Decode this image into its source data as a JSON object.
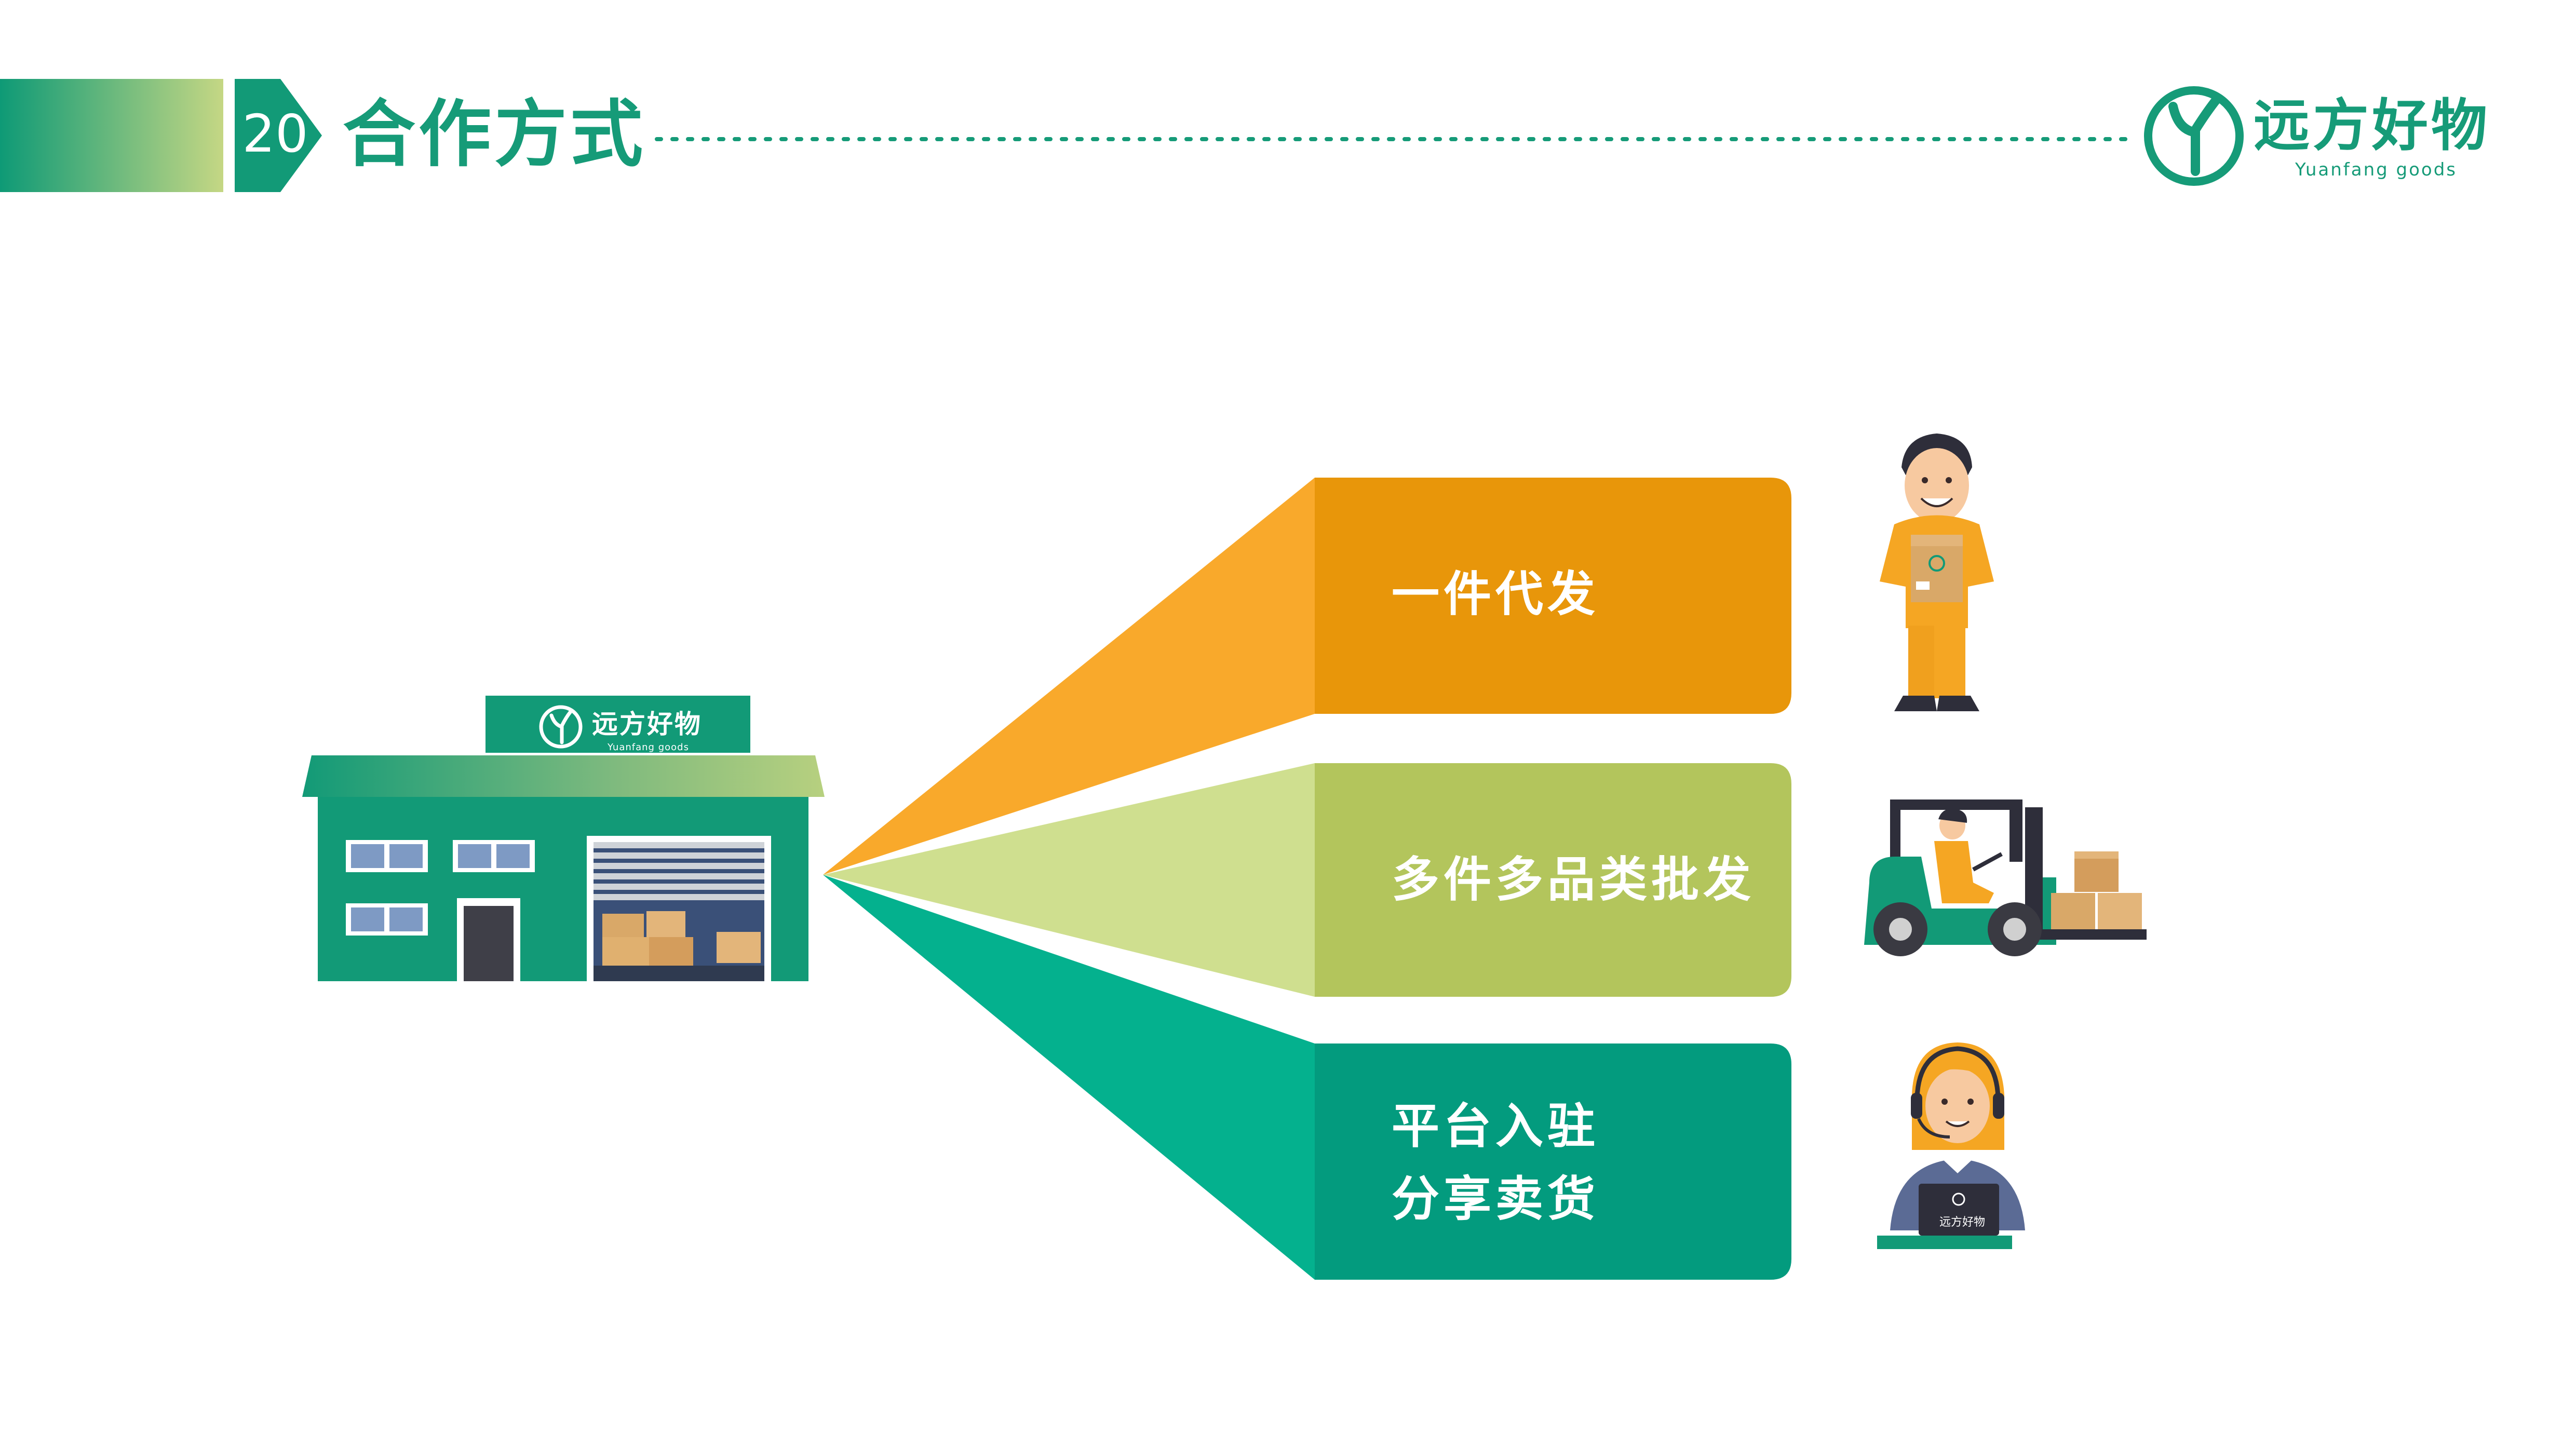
{
  "header": {
    "page_number": "20",
    "title": "合作方式"
  },
  "logo": {
    "name": "远方好物",
    "subtitle": "Yuanfang goods"
  },
  "warehouse": {
    "sign_name": "远方好物",
    "sign_sub": "Yuanfang goods"
  },
  "cooperation": {
    "items": [
      {
        "label": "一件代发"
      },
      {
        "label": "多件多品类批发"
      },
      {
        "label_line1": "平台入驻",
        "label_line2": "分享卖货"
      }
    ]
  },
  "laptop_label": "远方好物",
  "colors": {
    "brand_green": "#169b78",
    "orange": "#e8960a",
    "orange_light": "#f9a92b",
    "lime": "#b3c55c",
    "lime_light": "#cfdf8f",
    "teal": "#039b7e",
    "teal_light": "#04b18e"
  }
}
